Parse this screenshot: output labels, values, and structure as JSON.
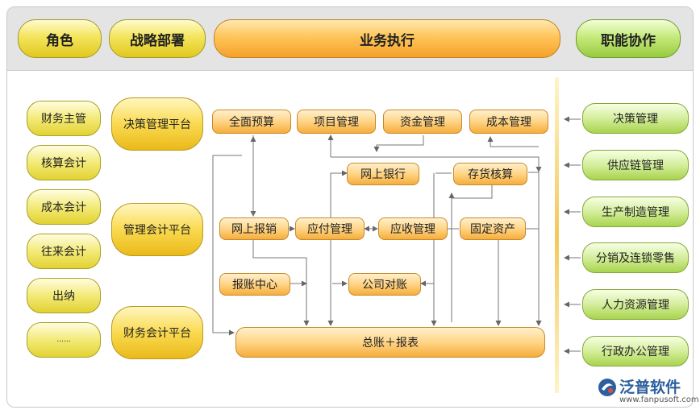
{
  "header": {
    "role_label": "角色",
    "strategy_label": "战略部署",
    "execution_label": "业务执行",
    "collab_label": "职能协作"
  },
  "roles": [
    "财务主管",
    "核算会计",
    "成本会计",
    "往来会计",
    "出纳",
    "......"
  ],
  "platforms": [
    "决策管理平台",
    "管理会计平台",
    "财务会计平台"
  ],
  "modules": {
    "budget": "全面预算",
    "project": "项目管理",
    "fund": "资金管理",
    "cost": "成本管理",
    "online_bank": "网上银行",
    "inventory": "存货核算",
    "online_expense": "网上报销",
    "payable": "应付管理",
    "receivable": "应收管理",
    "fixed_assets": "固定资产",
    "expense_center": "报账中心",
    "reconciliation": "公司对账",
    "ledger": "总账＋报表"
  },
  "functions": [
    "决策管理",
    "供应链管理",
    "生产制造管理",
    "分销及连锁零售",
    "人力资源管理",
    "行政办公管理"
  ],
  "logo": {
    "name": "泛普软件",
    "url": "www.fanpusoft.com"
  },
  "colors": {
    "header_bg": "#e4e4e4",
    "yellow": "#f3e55c",
    "orange": "#ffc55a",
    "green": "#c6ea7c",
    "arrow": "#666666",
    "logo_blue": "#2c5f9e"
  }
}
